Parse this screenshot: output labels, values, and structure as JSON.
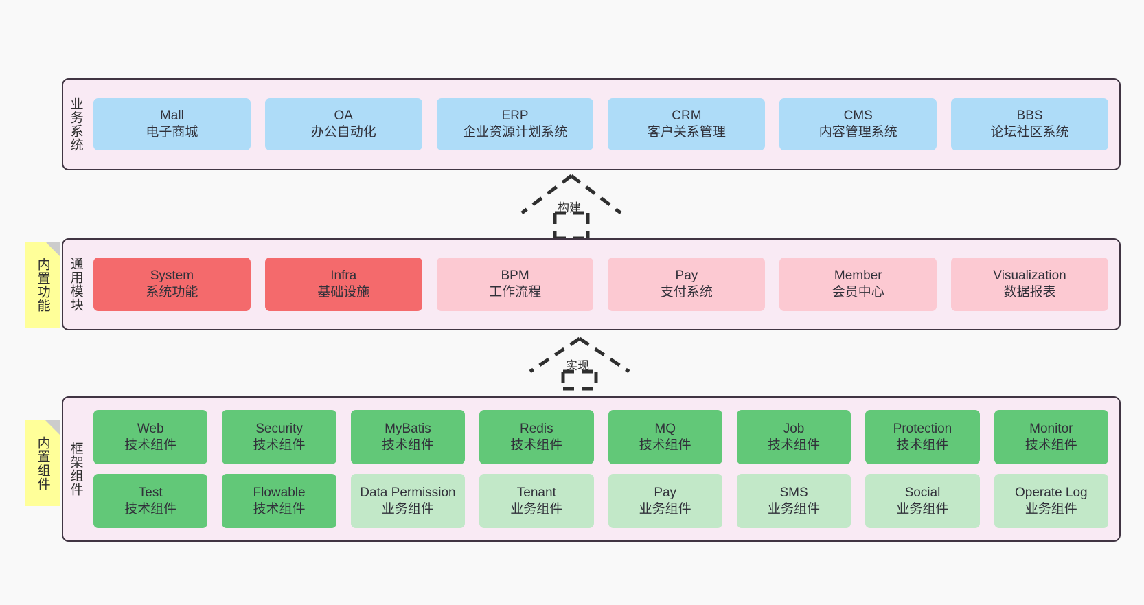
{
  "diagram": {
    "background_color": "#f9f9f9",
    "container_fill": "#f9eaf4",
    "container_border": "#413543",
    "note_fill": "#ffff99",
    "note_fold": "#cccccc"
  },
  "notes": [
    {
      "id": "builtin-function",
      "text": "内置功能"
    },
    {
      "id": "builtin-component",
      "text": "内置组件"
    }
  ],
  "connectors": [
    {
      "id": "build",
      "label": "构建",
      "style": "dashed-hollow-arrow-up"
    },
    {
      "id": "implement",
      "label": "实现",
      "style": "dashed-hollow-arrow-up"
    }
  ],
  "layers": [
    {
      "id": "business-system",
      "title": "业务系统",
      "color": "#aedcf8",
      "rows": [
        [
          {
            "en": "Mall",
            "cn": "电子商城",
            "color": "#aedcf8"
          },
          {
            "en": "OA",
            "cn": "办公自动化",
            "color": "#aedcf8"
          },
          {
            "en": "ERP",
            "cn": "企业资源计划系统",
            "color": "#aedcf8"
          },
          {
            "en": "CRM",
            "cn": "客户关系管理",
            "color": "#aedcf8"
          },
          {
            "en": "CMS",
            "cn": "内容管理系统",
            "color": "#aedcf8"
          },
          {
            "en": "BBS",
            "cn": "论坛社区系统",
            "color": "#aedcf8"
          }
        ]
      ]
    },
    {
      "id": "common-module",
      "title": "通用模块",
      "color": "#fcc9d2",
      "rows": [
        [
          {
            "en": "System",
            "cn": "系统功能",
            "color": "#f46a6c"
          },
          {
            "en": "Infra",
            "cn": "基础设施",
            "color": "#f46a6c"
          },
          {
            "en": "BPM",
            "cn": "工作流程",
            "color": "#fcc9d2"
          },
          {
            "en": "Pay",
            "cn": "支付系统",
            "color": "#fcc9d2"
          },
          {
            "en": "Member",
            "cn": "会员中心",
            "color": "#fcc9d2"
          },
          {
            "en": "Visualization",
            "cn": "数据报表",
            "color": "#fcc9d2"
          }
        ]
      ]
    },
    {
      "id": "framework-component",
      "title": "框架组件",
      "color": "#62c878",
      "rows": [
        [
          {
            "en": "Web",
            "cn": "技术组件",
            "color": "#62c878"
          },
          {
            "en": "Security",
            "cn": "技术组件",
            "color": "#62c878"
          },
          {
            "en": "MyBatis",
            "cn": "技术组件",
            "color": "#62c878"
          },
          {
            "en": "Redis",
            "cn": "技术组件",
            "color": "#62c878"
          },
          {
            "en": "MQ",
            "cn": "技术组件",
            "color": "#62c878"
          },
          {
            "en": "Job",
            "cn": "技术组件",
            "color": "#62c878"
          },
          {
            "en": "Protection",
            "cn": "技术组件",
            "color": "#62c878"
          },
          {
            "en": "Monitor",
            "cn": "技术组件",
            "color": "#62c878"
          }
        ],
        [
          {
            "en": "Test",
            "cn": "技术组件",
            "color": "#62c878"
          },
          {
            "en": "Flowable",
            "cn": "技术组件",
            "color": "#62c878"
          },
          {
            "en": "Data Permission",
            "cn": "业务组件",
            "color": "#c2e8c8"
          },
          {
            "en": "Tenant",
            "cn": "业务组件",
            "color": "#c2e8c8"
          },
          {
            "en": "Pay",
            "cn": "业务组件",
            "color": "#c2e8c8"
          },
          {
            "en": "SMS",
            "cn": "业务组件",
            "color": "#c2e8c8"
          },
          {
            "en": "Social",
            "cn": "业务组件",
            "color": "#c2e8c8"
          },
          {
            "en": "Operate Log",
            "cn": "业务组件",
            "color": "#c2e8c8"
          }
        ]
      ]
    }
  ]
}
